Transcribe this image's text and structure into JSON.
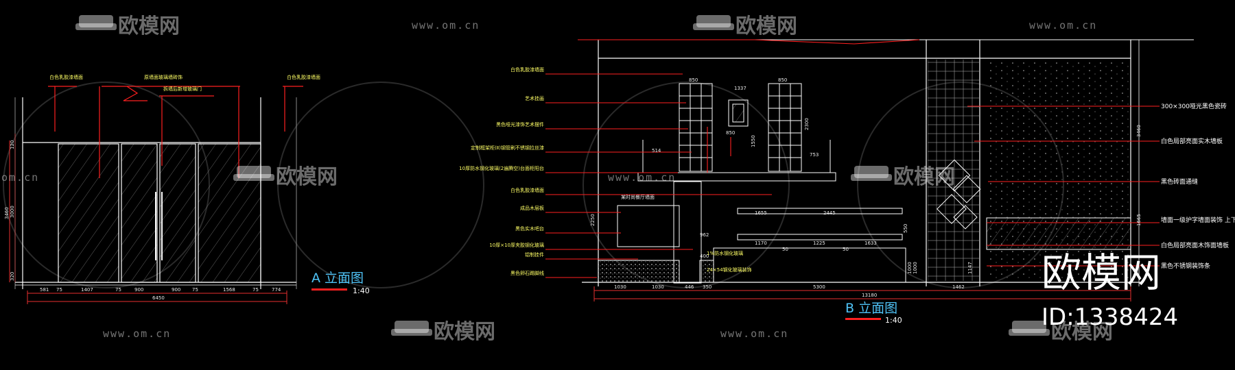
{
  "drawing_a": {
    "title": "A 立面图",
    "scale": "1:40",
    "callouts": [
      "白色乳胶漆墙面",
      "原墙面玻璃墙砖饰",
      "拆墙后新增玻璃门",
      "白色乳胶漆墙面"
    ],
    "bottom_dims": [
      "581",
      "75",
      "1407",
      "75",
      "900",
      "900",
      "75",
      "1568",
      "75",
      "774"
    ],
    "total_width": "6450",
    "left_dims": [
      "120",
      "3460",
      "3000",
      "320"
    ]
  },
  "drawing_b": {
    "title": "B 立面图",
    "scale": "1:40",
    "left_callouts": [
      "白色乳胶漆墙面",
      "艺术挂画",
      "黑色哑光漆饰艺术摆件",
      "定制框架柜(Ⅱ)钢管刷不锈钢拉丝漆",
      "10厚防水钢化玻璃(2遍腾空)台面柜阳台",
      "白色乳胶漆墙面",
      "成品木层板",
      "黑色实木吧台",
      "10厚×10厚夹胶钢化玻璃",
      "铝制挂件",
      "黑色卵石踢脚线"
    ],
    "right_callouts": [
      "300×300哑光黑色瓷砖",
      "白色局部亮面实木墙板",
      "黑色砖面通缝",
      "墙面一级护字墙面装饰\n上下藏光LED灯带",
      "白色局部亮面木饰面墙板",
      "黑色不锈钢装饰条"
    ],
    "top_dims": [
      "850",
      "1337",
      "850"
    ],
    "inner_dims": [
      "514",
      "850",
      "753",
      "1550",
      "2300",
      "962",
      "550",
      "400",
      "1655",
      "2445",
      "1170",
      "1225",
      "1633",
      "50",
      "50",
      "2250",
      "3460",
      "1665",
      "1000",
      "1000",
      "1147"
    ],
    "notes": [
      "某时尚餐厅墙面",
      "24×54钢化玻璃装饰",
      "1%防水钢化玻璃"
    ],
    "bottom_dims": [
      "1030",
      "1030",
      "446",
      "350",
      "5300",
      "1462"
    ],
    "total_width": "13180"
  },
  "watermark": {
    "brand": "欧模网",
    "url": "www.om.cn",
    "short_url": "om.cn"
  },
  "brand_overlay": {
    "name": "欧模网",
    "id": "ID:1338424"
  },
  "colors": {
    "background": "#000000",
    "leader": "#ff2020",
    "outline": "#ffffff",
    "text": "#ffff66",
    "title": "#4fc3f7"
  }
}
